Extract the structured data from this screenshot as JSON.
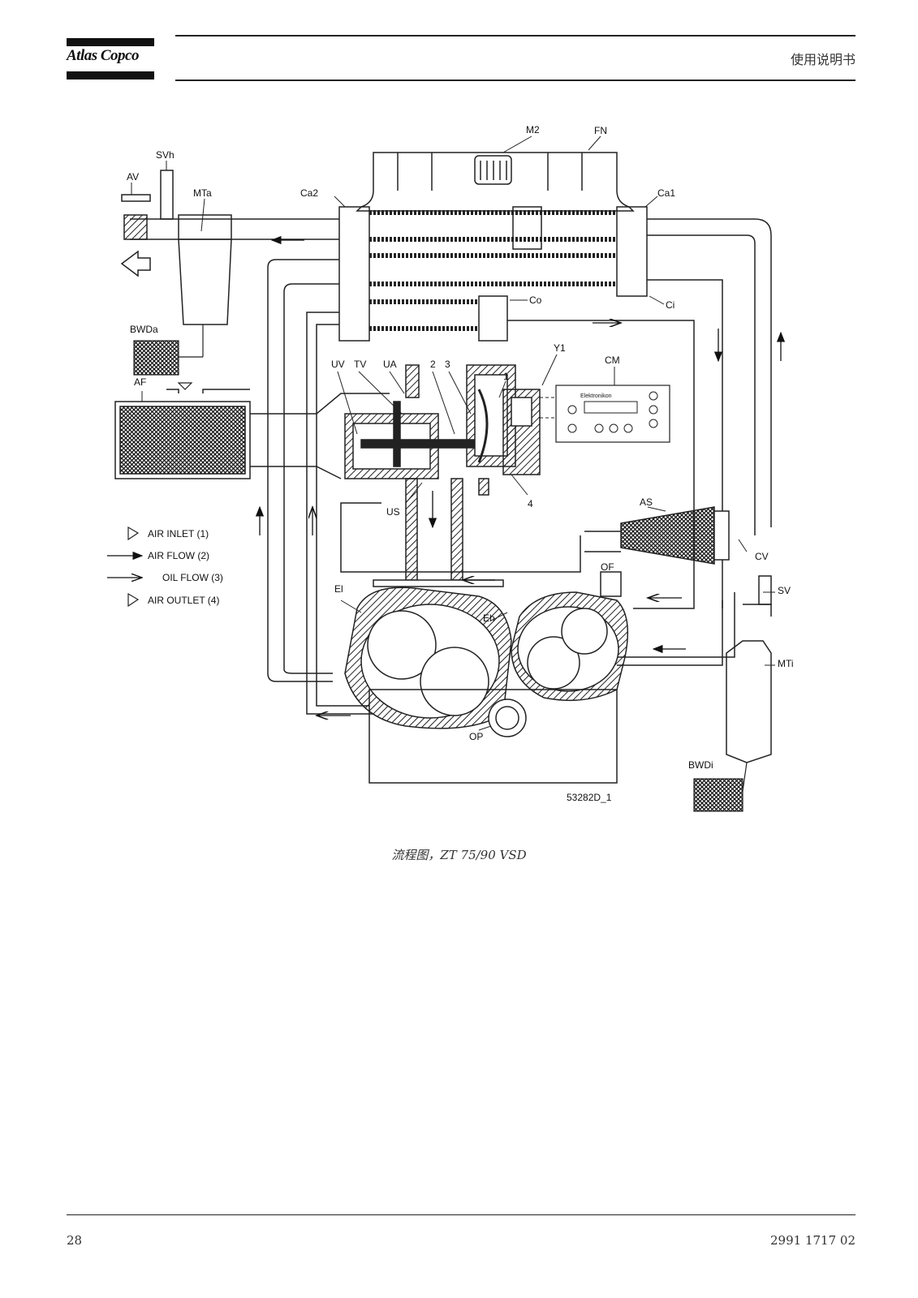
{
  "header": {
    "logo_text": "Atlas Copco",
    "title": "使用说明书"
  },
  "diagram": {
    "labels": {
      "m2": "M2",
      "fn": "FN",
      "svh": "SVh",
      "av": "AV",
      "mta": "MTa",
      "ca2": "Ca2",
      "ca1": "Ca1",
      "co": "Co",
      "ci": "Ci",
      "bwda": "BWDa",
      "af": "AF",
      "uv": "UV",
      "tv": "TV",
      "ua": "UA",
      "n2": "2",
      "n3": "3",
      "n1": "1",
      "y1": "Y1",
      "cm": "CM",
      "us": "US",
      "n4": "4",
      "as": "AS",
      "cv": "CV",
      "of": "OF",
      "el": "El",
      "eh": "Eh",
      "sv": "SV",
      "mti": "MTi",
      "op": "OP",
      "bwdi": "BWDi",
      "figure_code": "53282D_1",
      "controller": "Elektronikon"
    },
    "legend": [
      {
        "symbol": "outline-arrow",
        "text": "AIR INLET (1)"
      },
      {
        "symbol": "solid-arrow",
        "text": "AIR FLOW (2)"
      },
      {
        "symbol": "open-arrow",
        "text": "OIL FLOW (3)"
      },
      {
        "symbol": "outline-arrow",
        "text": "AIR OUTLET (4)"
      }
    ]
  },
  "caption": "流程图，ZT 75/90 VSD",
  "footer": {
    "page_number": "28",
    "doc_number": "2991 1717 02"
  }
}
